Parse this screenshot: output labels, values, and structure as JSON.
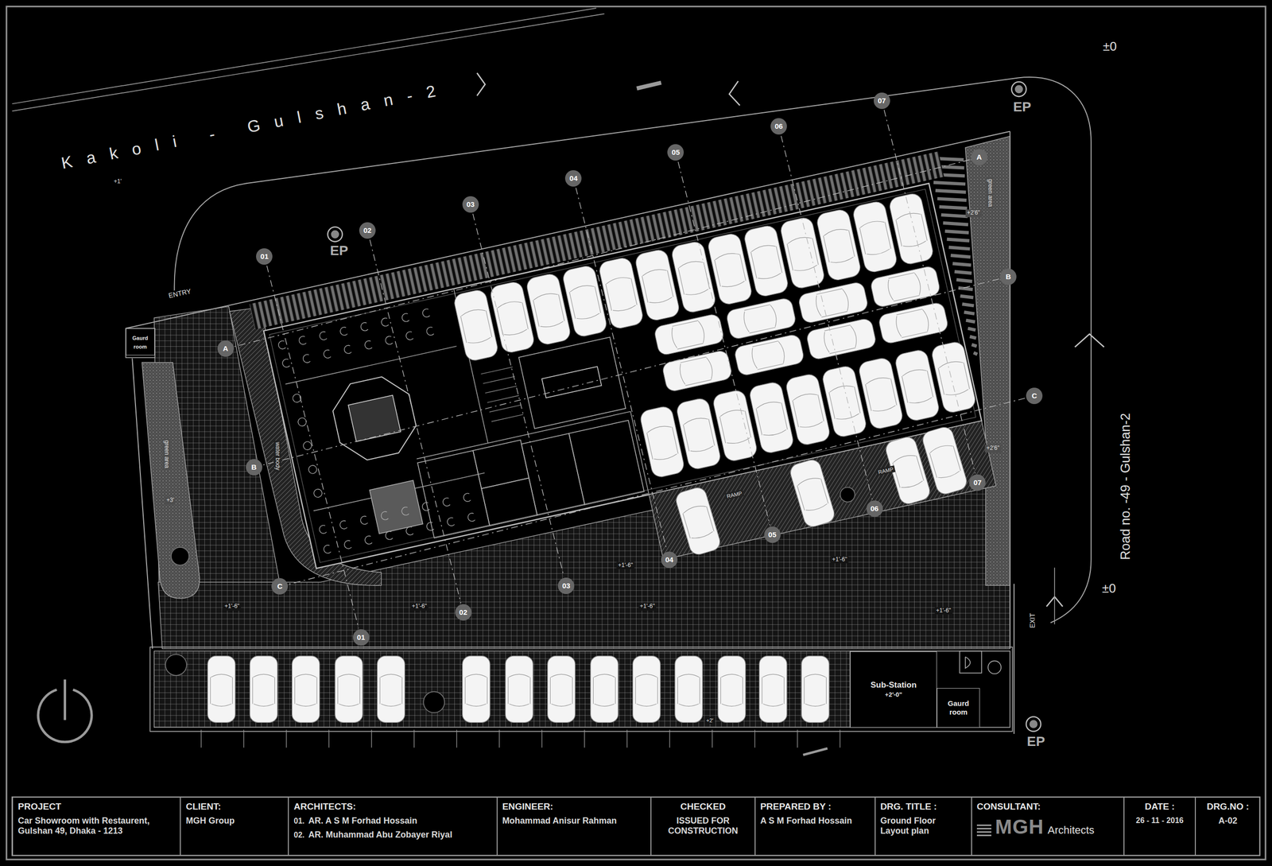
{
  "diagram": {
    "nodes": [
      {
        "text": [
          "Gaurd room"
        ]
      },
      {
        "text": [
          "01"
        ]
      },
      {
        "text": [
          "02"
        ]
      },
      {
        "text": [
          "03"
        ]
      },
      {
        "text": [
          "04"
        ]
      },
      {
        "text": [
          "05"
        ]
      },
      {
        "text": [
          "06"
        ]
      },
      {
        "text": [
          "07"
        ]
      },
      {
        "text": [
          "A"
        ]
      },
      {
        "text": [
          "B"
        ]
      },
      {
        "text": [
          "C"
        ]
      },
      {
        "text": [
          "A"
        ]
      },
      {
        "text": [
          "B"
        ]
      },
      {
        "text": [
          "C"
        ]
      },
      {
        "text": [
          "01"
        ]
      },
      {
        "text": [
          "02"
        ]
      },
      {
        "text": [
          "03"
        ]
      },
      {
        "text": [
          "04"
        ]
      },
      {
        "text": [
          "05"
        ]
      },
      {
        "text": [
          "06"
        ]
      },
      {
        "text": [
          "07"
        ]
      },
      {
        "text": [
          "Sub-Station",
          "+2'-0\""
        ]
      },
      {
        "text": [
          "Gaurd room"
        ]
      },
      {
        "text": [
          "PROJECT",
          "Car Showroom with Restaurent, Gulshan 49, Dhaka - 1213"
        ]
      },
      {
        "text": [
          "CLIENT:",
          "MGH Group"
        ]
      },
      {
        "text": [
          "ARCHITECTS:",
          "01.",
          "AR. A S M Forhad Hossain",
          "02.",
          "AR. Muhammad Abu Zobayer Riyal"
        ]
      },
      {
        "text": [
          "ENGINEER:",
          "Mohammad Anisur Rahman"
        ]
      },
      {
        "text": [
          "CHECKED",
          "ISSUED FOR CONSTRUCTION"
        ]
      },
      {
        "text": [
          "PREPARED BY :",
          "A S M Forhad Hossain"
        ]
      },
      {
        "text": [
          "DRG. TITLE :",
          "Ground Floor Layout plan"
        ]
      },
      {
        "text": [
          "CONSULTANT:",
          "MGH",
          "Architects"
        ]
      },
      {
        "text": [
          "DATE :",
          "26 - 11 - 2016"
        ]
      },
      {
        "text": [
          "DRG.NO :",
          "A-02"
        ]
      }
    ],
    "edges": [
      {
        "from": 1,
        "to": 14,
        "arrow": "none"
      },
      {
        "from": 2,
        "to": 15,
        "arrow": "none"
      },
      {
        "from": 3,
        "to": 16,
        "arrow": "none"
      },
      {
        "from": 4,
        "to": 17,
        "arrow": "none"
      },
      {
        "from": 5,
        "to": 18,
        "arrow": "none"
      },
      {
        "from": 6,
        "to": 19,
        "arrow": "none"
      },
      {
        "from": 7,
        "to": 20,
        "arrow": "none"
      },
      {
        "from": 8,
        "to": 11,
        "arrow": "none"
      },
      {
        "from": 9,
        "to": 12,
        "arrow": "none"
      },
      {
        "from": 10,
        "to": 13,
        "arrow": "none"
      }
    ],
    "labels": [
      "Kakoli - Gulshan-2",
      "+1'",
      "EP",
      "ENTRY",
      "green area",
      "+2'6\"",
      "±0",
      "EP",
      "Road no. -49 - Gulshan-2",
      "±0",
      "+2'6\"",
      "green area",
      "water body",
      "+3'",
      "RAMP",
      "RAMP",
      "+1'-6\"",
      "+1'-6\"",
      "+1'-6\"",
      "+1'-6\"",
      "+1'-6\"",
      "+1'-6\"",
      "EXIT",
      "+2'",
      "EP"
    ]
  }
}
